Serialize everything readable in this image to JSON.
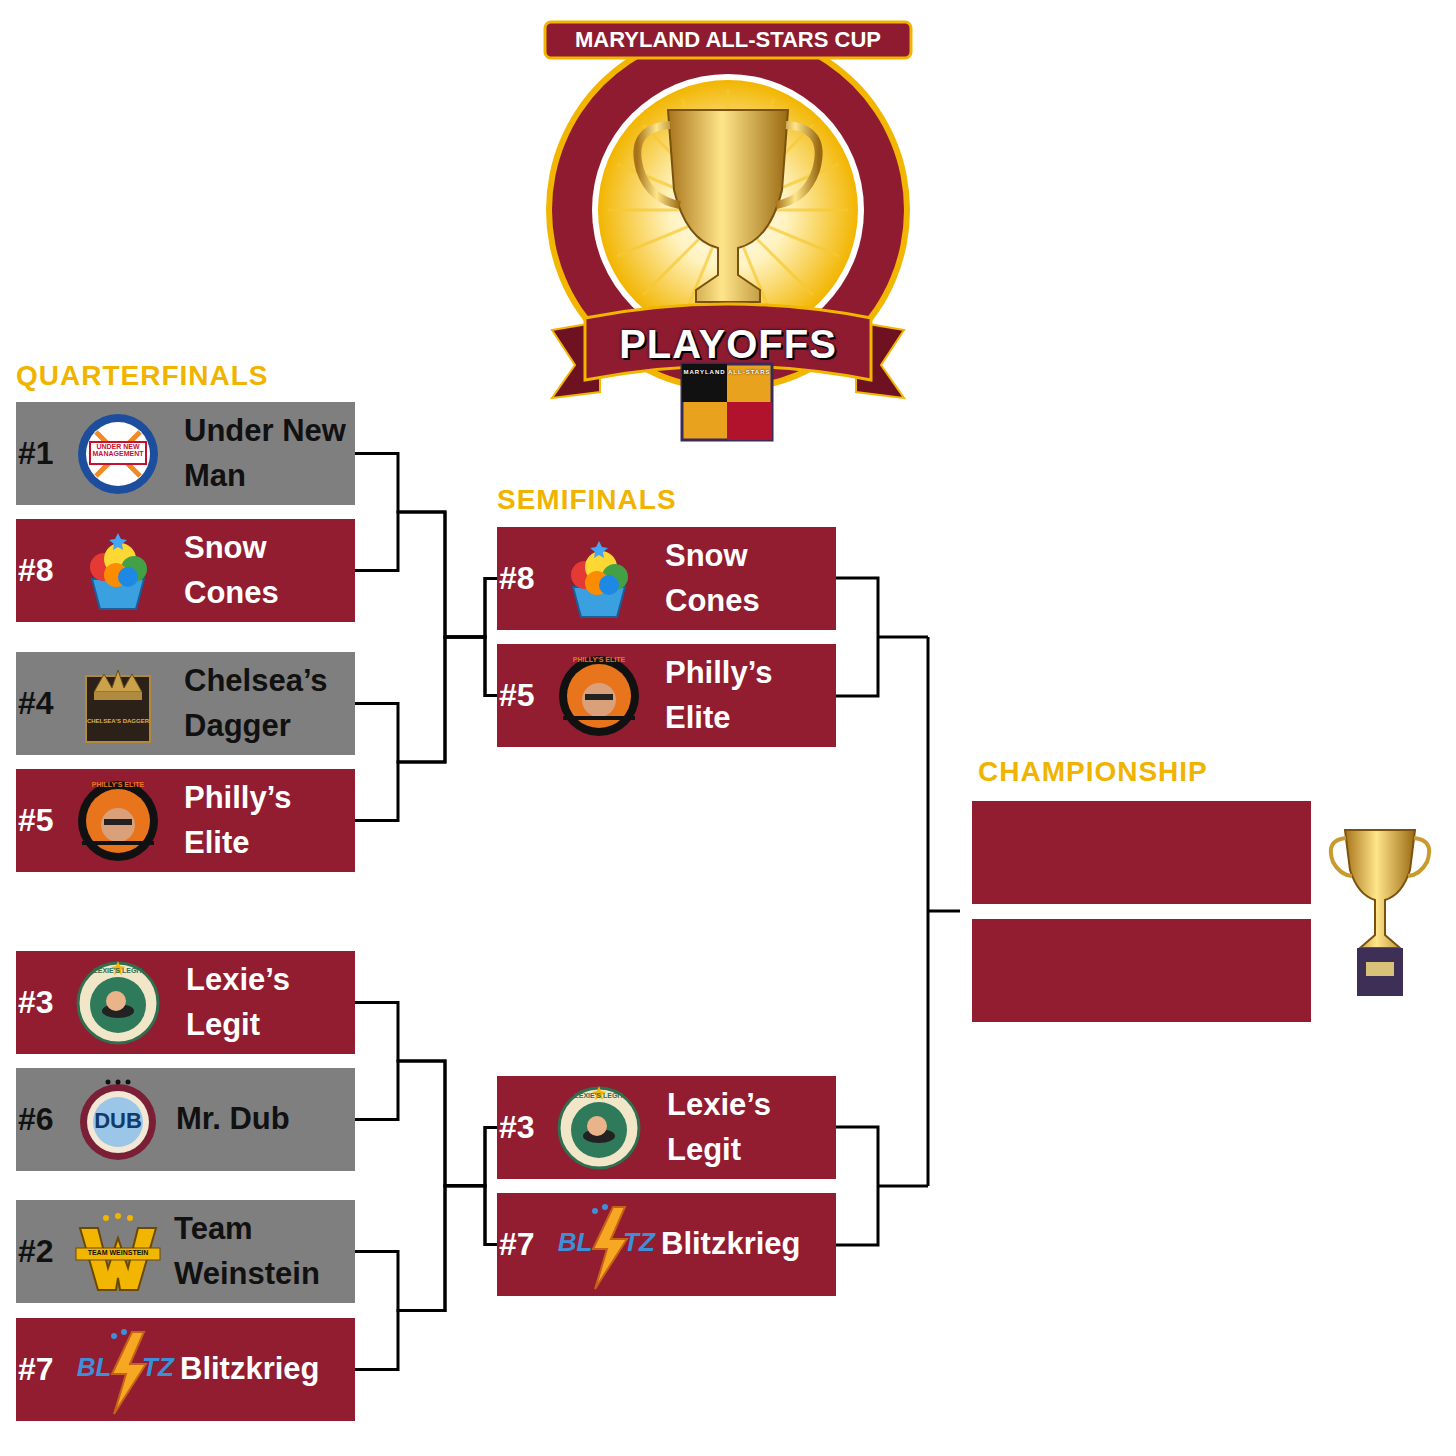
{
  "diagram": {
    "title": "MARYLAND ALL-STARS CUP",
    "nodes": [
      {
        "text": [
          "#1",
          "Under New Man",
          "UNDER NEW MANAGEMENT"
        ]
      },
      {
        "text": [
          "#8",
          "Snow Cones"
        ]
      },
      {
        "text": [
          "#4",
          "Chelsea’s Dagger",
          "CHELSEA'S DAGGER"
        ]
      },
      {
        "text": [
          "#5",
          "Philly’s Elite",
          "PHILLY'S ELITE"
        ]
      },
      {
        "text": [
          "#3",
          "Lexie’s Legit",
          "LEXIE'S LEGIT"
        ]
      },
      {
        "text": [
          "#6",
          "Mr. Dub",
          "DUB"
        ]
      },
      {
        "text": [
          "#2",
          "Team Weinstein",
          "TEAM WEINSTEIN"
        ]
      },
      {
        "text": [
          "#7",
          "Blitzkrieg",
          "BL",
          "TZ"
        ]
      },
      {
        "text": [
          "#8",
          "Snow Cones"
        ]
      },
      {
        "text": [
          "#5",
          "Philly’s Elite",
          "PHILLY'S ELITE"
        ]
      },
      {
        "text": [
          "#3",
          "Lexie’s Legit",
          "LEXIE'S LEGIT"
        ]
      },
      {
        "text": [
          "#7",
          "Blitzkrieg",
          "BL",
          "TZ"
        ]
      }
    ],
    "edges": [
      {
        "from": 0,
        "to": 8,
        "arrow": "none"
      },
      {
        "from": 1,
        "to": 8,
        "arrow": "none"
      },
      {
        "from": 2,
        "to": 9,
        "arrow": "none"
      },
      {
        "from": 3,
        "to": 9,
        "arrow": "none"
      },
      {
        "from": 4,
        "to": 10,
        "arrow": "none"
      },
      {
        "from": 5,
        "to": 10,
        "arrow": "none"
      },
      {
        "from": 6,
        "to": 11,
        "arrow": "none"
      },
      {
        "from": 7,
        "to": 11,
        "arrow": "none"
      }
    ],
    "labels": [
      "PLAYOFFS",
      "MARYLAND ALL-STARS",
      "QUARTERFINALS",
      "SEMIFINALS",
      "CHAMPIONSHIP"
    ]
  }
}
